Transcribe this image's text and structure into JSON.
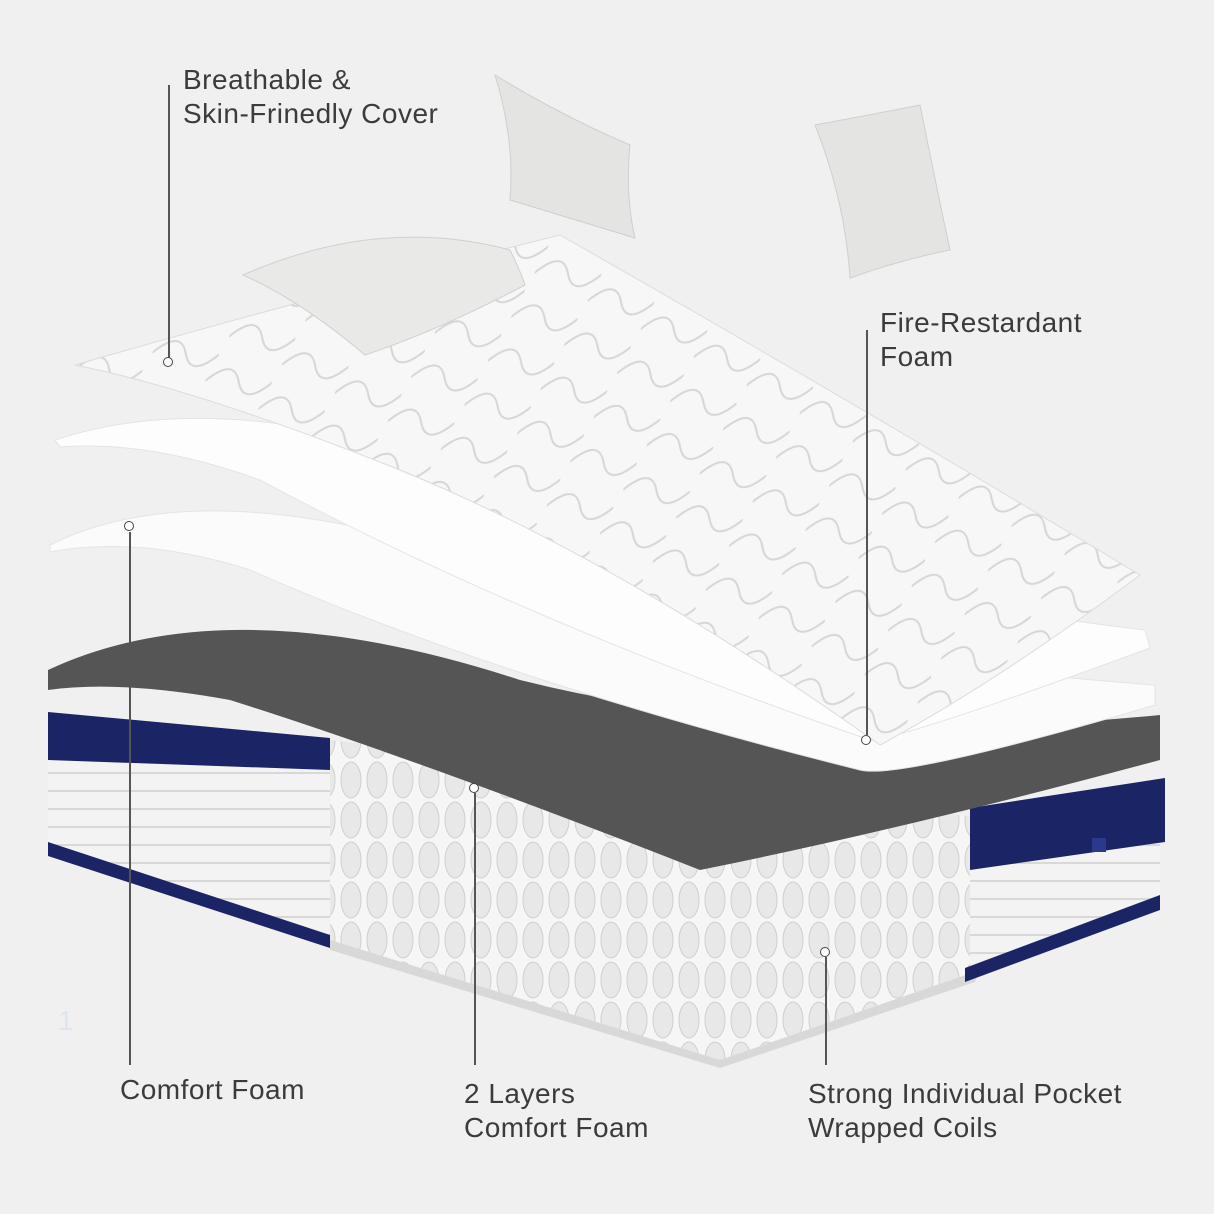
{
  "labels": {
    "cover": {
      "line1": "Breathable &",
      "line2": "Skin-Frinedly Cover"
    },
    "fire": {
      "line1": "Fire-Restardant",
      "line2": "Foam"
    },
    "comfort": {
      "line1": "Comfort Foam"
    },
    "layers": {
      "line1": "2 Layers",
      "line2": "Comfort Foam"
    },
    "coils": {
      "line1": "Strong Individual Pocket",
      "line2": "Wrapped Coils"
    }
  },
  "page_number": "1",
  "colors": {
    "background": "#f0f0f0",
    "navy": "#1b2566",
    "dark_foam": "#555555",
    "text": "#3b3b3b"
  }
}
